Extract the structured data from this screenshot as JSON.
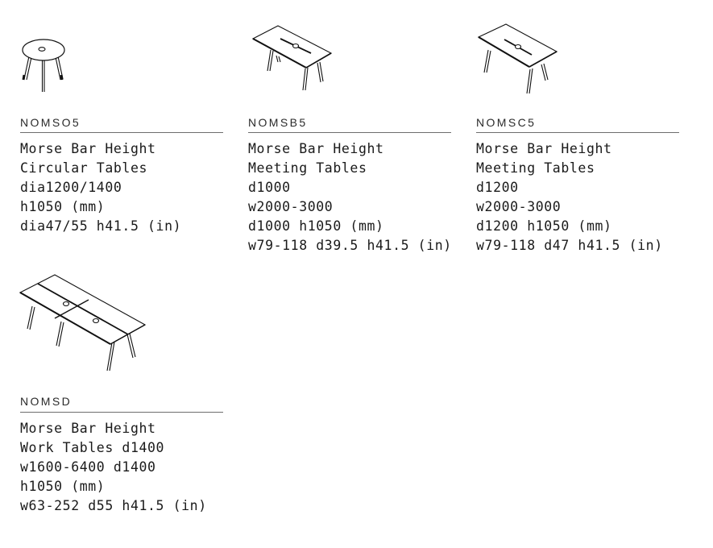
{
  "products": [
    {
      "code": "NOMSO5",
      "drawing": "round-bar-table-icon",
      "lines": [
        "Morse Bar Height",
        "Circular Tables",
        "dia1200/1400",
        "h1050 (mm)",
        "dia47/55 h41.5 (in)"
      ]
    },
    {
      "code": "NOMSB5",
      "drawing": "rectangular-meeting-table-icon",
      "lines": [
        "Morse Bar Height",
        "Meeting Tables",
        "d1000",
        "w2000-3000",
        "d1000 h1050 (mm)",
        "w79-118 d39.5 h41.5 (in)"
      ]
    },
    {
      "code": "NOMSC5",
      "drawing": "rectangular-meeting-table-icon",
      "lines": [
        "Morse Bar Height",
        "Meeting Tables",
        "d1200",
        "w2000-3000",
        "d1200 h1050 (mm)",
        "w79-118 d47 h41.5 (in)"
      ]
    },
    {
      "code": "NOMSD",
      "drawing": "bench-work-table-icon",
      "lines": [
        "Morse Bar Height",
        "Work Tables d1400",
        "w1600-6400 d1400",
        "h1050 (mm)",
        "w63-252 d55 h41.5 (in)"
      ]
    }
  ],
  "colors": {
    "text": "#1a1a1a",
    "rule": "#6e6e6e",
    "line_art": "#111111",
    "background": "#ffffff"
  }
}
